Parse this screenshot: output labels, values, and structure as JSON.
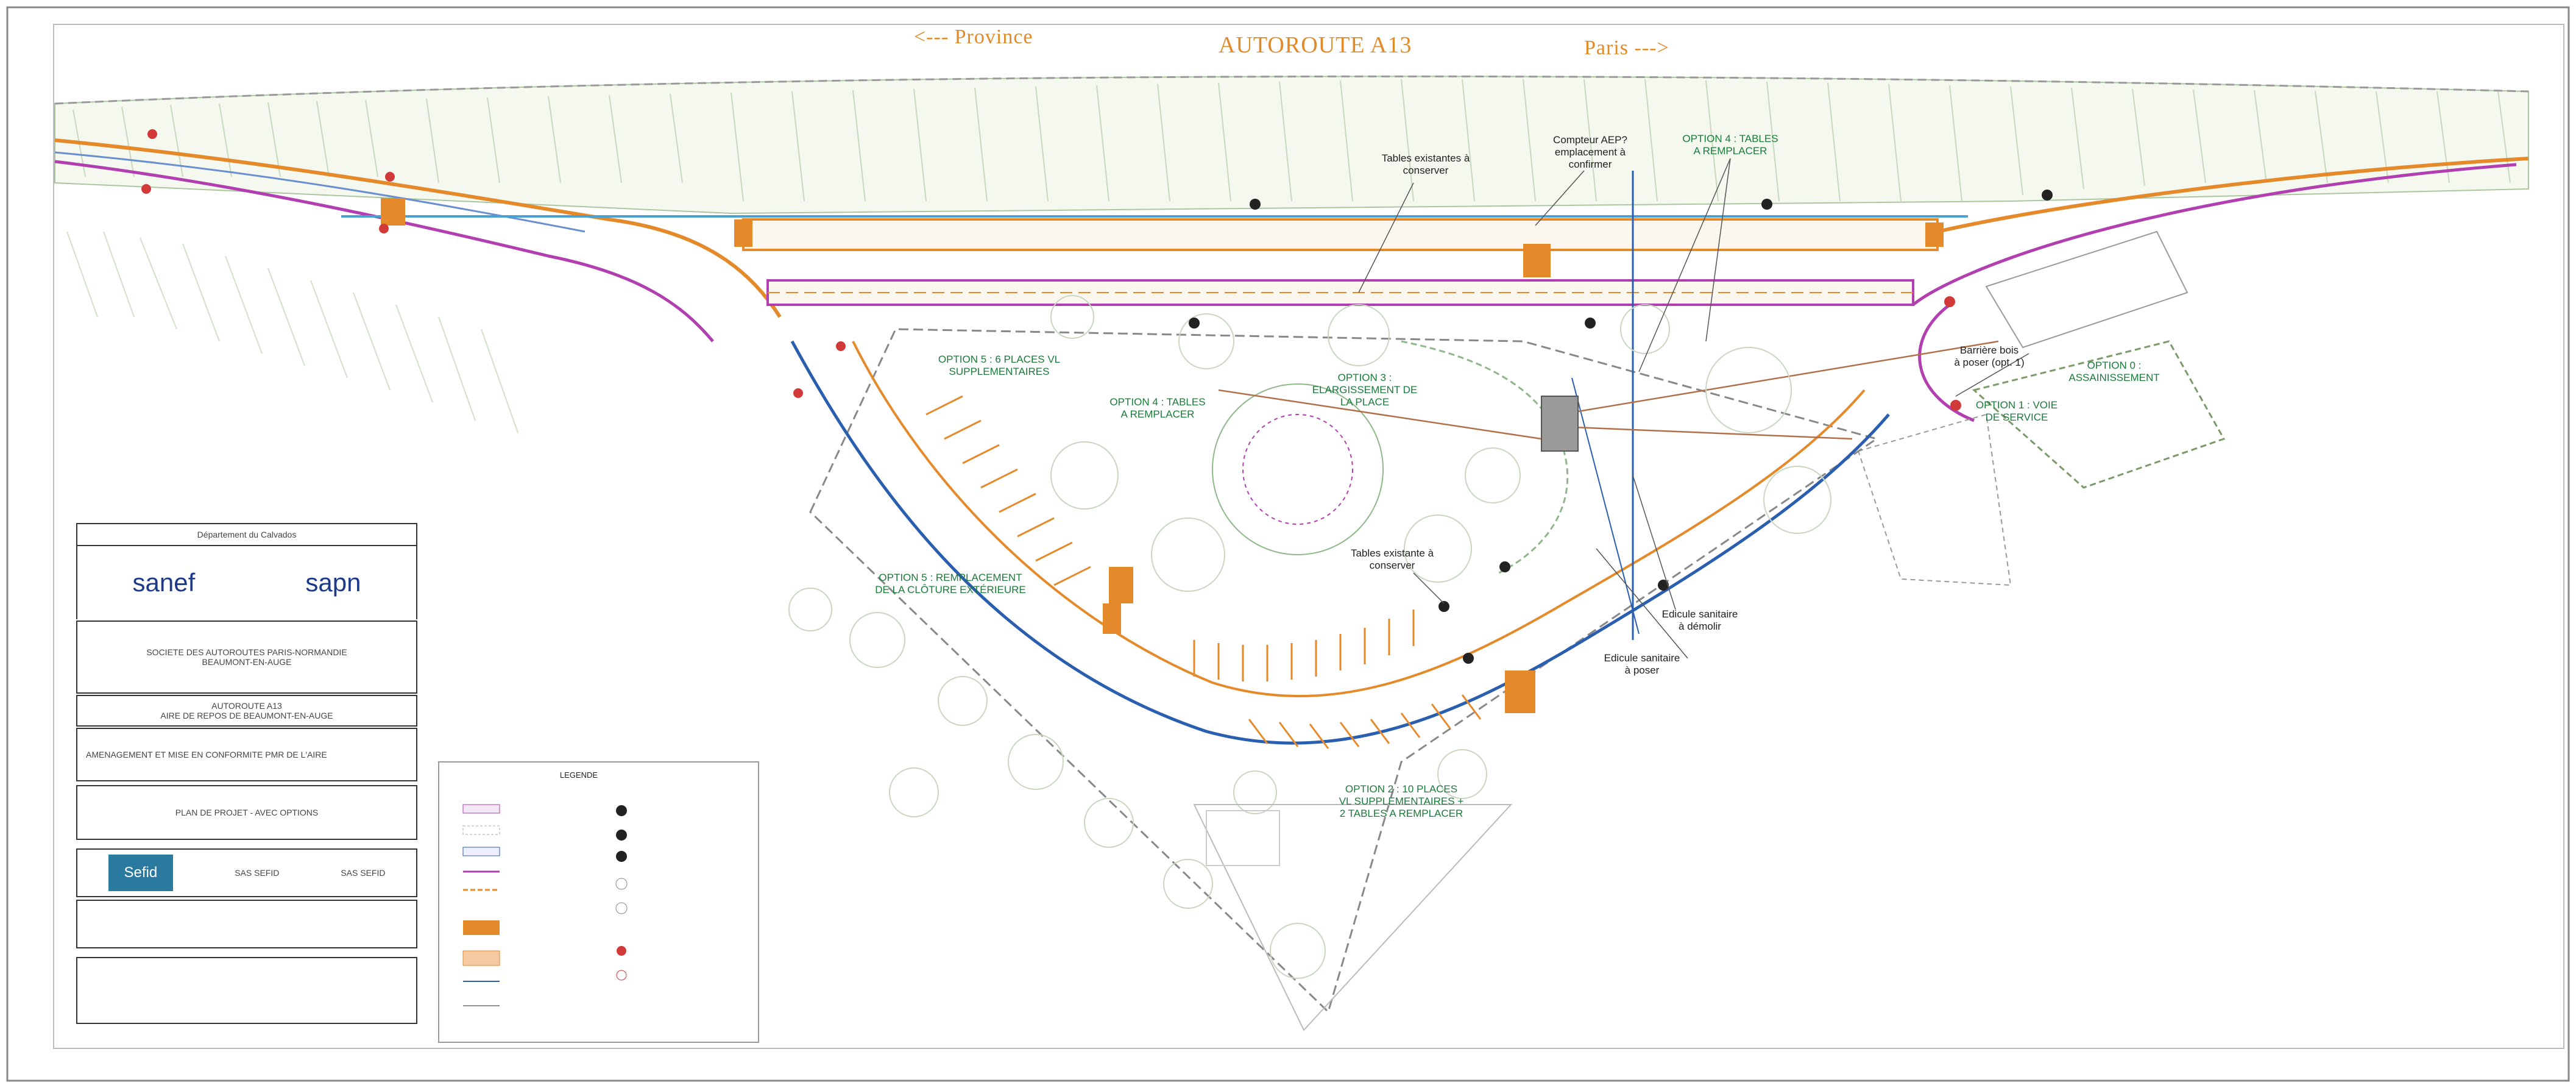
{
  "header": {
    "left_direction": "<--- Province",
    "road_name": "AUTOROUTE A13",
    "right_direction": "Paris --->"
  },
  "annotations": {
    "tables_conserver_top": "Tables existantes à\nconserver",
    "compteur_aep": "Compteur AEP?\nemplacement à\nconfirmer",
    "option4_top": "OPTION 4 : TABLES\nA REMPLACER",
    "option5_places": "OPTION 5 : 6 PLACES VL\nSUPPLEMENTAIRES",
    "option4_mid": "OPTION 4 : TABLES\nA REMPLACER",
    "option3": "OPTION 3 :\nELARGISSEMENT DE\nLA PLACE",
    "option0": "OPTION 0 :\nASSAINISSEMENT",
    "barriere": "Barrière bois\nà poser (opt. 1)",
    "option1": "OPTION 1 : VOIE\nDE SERVICE",
    "option5_cloture": "OPTION 5 : REMPLACEMENT\nDE LA CLÔTURE EXTÉRIEURE",
    "tables_conserver_mid": "Tables existante à\nconserver",
    "edicule_demolir": "Edicule sanitaire\nà démolir",
    "edicule_poser": "Edicule sanitaire\nà poser",
    "option2": "OPTION 2 : 10 PLACES\nVL SUPPLEMENTAIRES +\n2 TABLES A REMPLACER"
  },
  "title_block": {
    "departement": "Département du Calvados",
    "logo_sanef": "sanef",
    "logo_sapn": "sapn",
    "company": "SOCIETE DES AUTOROUTES PARIS-NORMANDIE\nBEAUMONT-EN-AUGE",
    "project": "AUTOROUTE A13\nAIRE DE REPOS DE BEAUMONT-EN-AUGE",
    "subject": "AMENAGEMENT ET MISE EN CONFORMITE PMR DE L'AIRE",
    "drawing_title": "PLAN DE PROJET - AVEC OPTIONS",
    "firm_logo": "Sefid",
    "firm_name": "SAS SEFID",
    "firm_office": "SAS SEFID"
  },
  "legend": {
    "title": "LEGENDE"
  },
  "colors": {
    "road_orange": "#e58a2b",
    "pipe_blue": "#2a5fb0",
    "curb_magenta": "#b23fb0",
    "label_green": "#1a7a3a",
    "tree_red": "#d23a3a",
    "gray": "#8a8a8a"
  }
}
